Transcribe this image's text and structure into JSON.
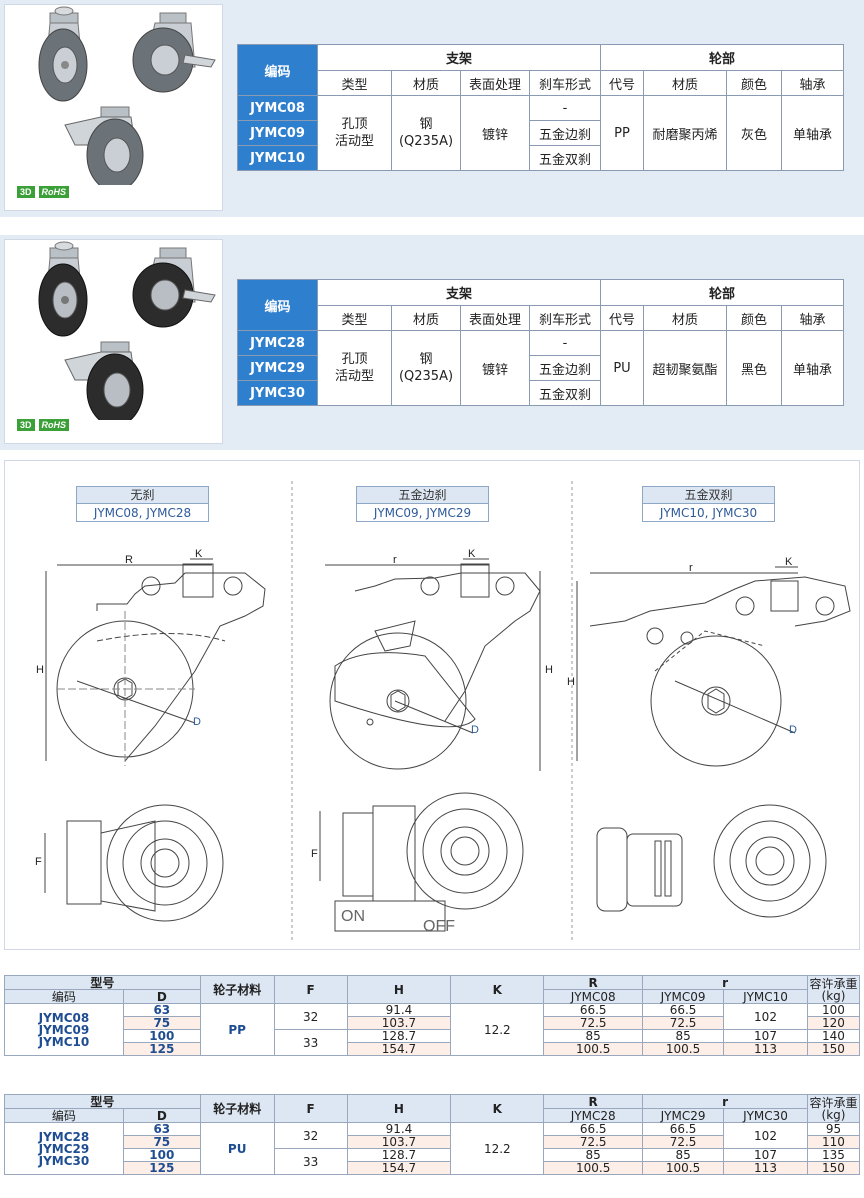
{
  "specs": [
    {
      "headers": {
        "code": "编码",
        "bracket": "支架",
        "wheel": "轮部",
        "type": "类型",
        "material": "材质",
        "surface": "表面处理",
        "brake": "刹车形式",
        "wcode": "代号",
        "wmaterial": "材质",
        "color": "颜色",
        "bearing": "轴承"
      },
      "codes": [
        "JYMC08",
        "JYMC09",
        "JYMC10"
      ],
      "type_l1": "孔顶",
      "type_l2": "活动型",
      "material_l1": "钢",
      "material_l2": "(Q235A)",
      "surface": "镀锌",
      "brakes": [
        "-",
        "五金边刹",
        "五金双刹"
      ],
      "wcode": "PP",
      "wmaterial": "耐磨聚丙烯",
      "color": "灰色",
      "bearing": "单轴承",
      "badge_3d": "3D",
      "badge_rohs": "RoHS"
    },
    {
      "headers": {
        "code": "编码",
        "bracket": "支架",
        "wheel": "轮部",
        "type": "类型",
        "material": "材质",
        "surface": "表面处理",
        "brake": "刹车形式",
        "wcode": "代号",
        "wmaterial": "材质",
        "color": "颜色",
        "bearing": "轴承"
      },
      "codes": [
        "JYMC28",
        "JYMC29",
        "JYMC30"
      ],
      "type_l1": "孔顶",
      "type_l2": "活动型",
      "material_l1": "钢",
      "material_l2": "(Q235A)",
      "surface": "镀锌",
      "brakes": [
        "-",
        "五金边刹",
        "五金双刹"
      ],
      "wcode": "PU",
      "wmaterial": "超韧聚氨酯",
      "color": "黑色",
      "bearing": "单轴承",
      "badge_3d": "3D",
      "badge_rohs": "RoHS"
    }
  ],
  "drawings": [
    {
      "title": "无刹",
      "models": "JYMC08, JYMC28"
    },
    {
      "title": "五金边刹",
      "models": "JYMC09, JYMC29"
    },
    {
      "title": "五金双刹",
      "models": "JYMC10, JYMC30"
    }
  ],
  "dim_labels": {
    "R": "R",
    "r": "r",
    "K": "K",
    "H": "H",
    "D": "D",
    "F": "F",
    "on": "ON",
    "off": "OFF"
  },
  "tables": [
    {
      "headers": {
        "model": "型号",
        "code": "编码",
        "d": "D",
        "material": "轮子材料",
        "f": "F",
        "h": "H",
        "k": "K",
        "R": "R",
        "r": "r",
        "load": "容许承重(kg)",
        "c1": "JYMC08",
        "c2": "JYMC09",
        "c3": "JYMC10"
      },
      "codes": [
        "JYMC08",
        "JYMC09",
        "JYMC10"
      ],
      "material": "PP",
      "f": [
        "32",
        "33"
      ],
      "k": "12.2",
      "r_merged": [
        "102",
        "107",
        "113"
      ],
      "rows": [
        {
          "d": "63",
          "h": "91.4",
          "R": "66.5",
          "r2": "66.5",
          "load": "100"
        },
        {
          "d": "75",
          "h": "103.7",
          "R": "72.5",
          "r2": "72.5",
          "load": "120"
        },
        {
          "d": "100",
          "h": "128.7",
          "R": "85",
          "r2": "85",
          "load": "140"
        },
        {
          "d": "125",
          "h": "154.7",
          "R": "100.5",
          "r2": "100.5",
          "load": "150"
        }
      ]
    },
    {
      "headers": {
        "model": "型号",
        "code": "编码",
        "d": "D",
        "material": "轮子材料",
        "f": "F",
        "h": "H",
        "k": "K",
        "R": "R",
        "r": "r",
        "load": "容许承重(kg)",
        "c1": "JYMC28",
        "c2": "JYMC29",
        "c3": "JYMC30"
      },
      "codes": [
        "JYMC28",
        "JYMC29",
        "JYMC30"
      ],
      "material": "PU",
      "f": [
        "32",
        "33"
      ],
      "k": "12.2",
      "r_merged": [
        "102",
        "107",
        "113"
      ],
      "rows": [
        {
          "d": "63",
          "h": "91.4",
          "R": "66.5",
          "r2": "66.5",
          "load": "95"
        },
        {
          "d": "75",
          "h": "103.7",
          "R": "72.5",
          "r2": "72.5",
          "load": "110"
        },
        {
          "d": "100",
          "h": "128.7",
          "R": "85",
          "r2": "85",
          "load": "135"
        },
        {
          "d": "125",
          "h": "154.7",
          "R": "100.5",
          "r2": "100.5",
          "load": "150"
        }
      ]
    }
  ],
  "colors": {
    "code_blue": "#2f7fcf",
    "panel_bg": "#e3ebf5",
    "accent_text": "#1f4d91",
    "dim_blue": "#2d5a9a"
  }
}
